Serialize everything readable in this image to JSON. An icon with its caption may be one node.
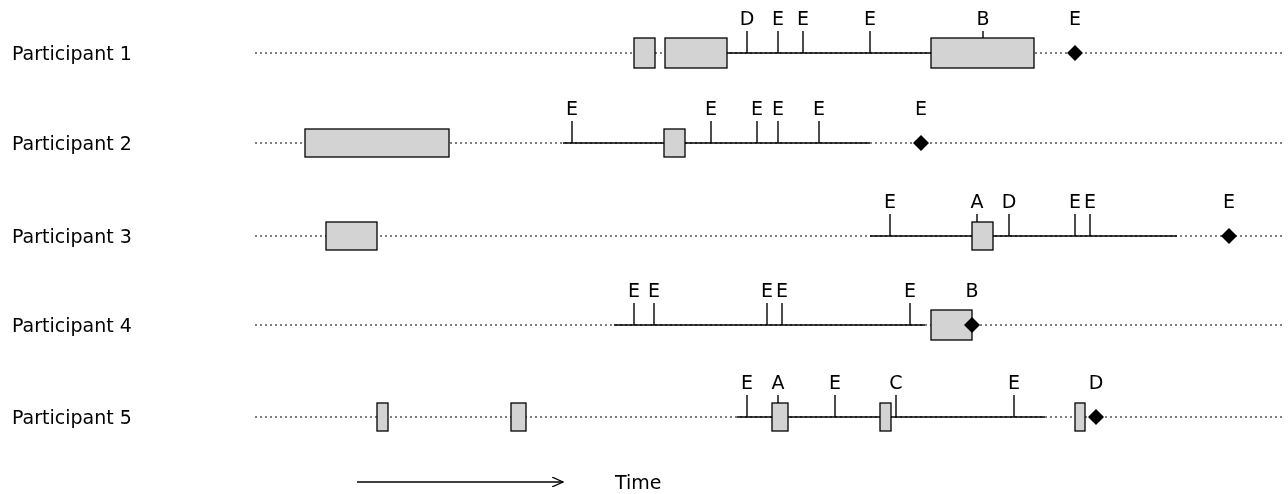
{
  "diagram": {
    "labels": [
      "Participant 1",
      "D",
      "E",
      "E",
      "E",
      "B",
      "E",
      "Participant 2",
      "E",
      "E",
      "E",
      "E",
      "E",
      "E",
      "Participant 3",
      "E",
      "A",
      "D",
      "E",
      "E",
      "E",
      "Participant 4",
      "E",
      "E",
      "E",
      "E",
      "E",
      "B",
      "Participant 5",
      "E",
      "A",
      "E",
      "C",
      "E",
      "D",
      "Time"
    ]
  }
}
